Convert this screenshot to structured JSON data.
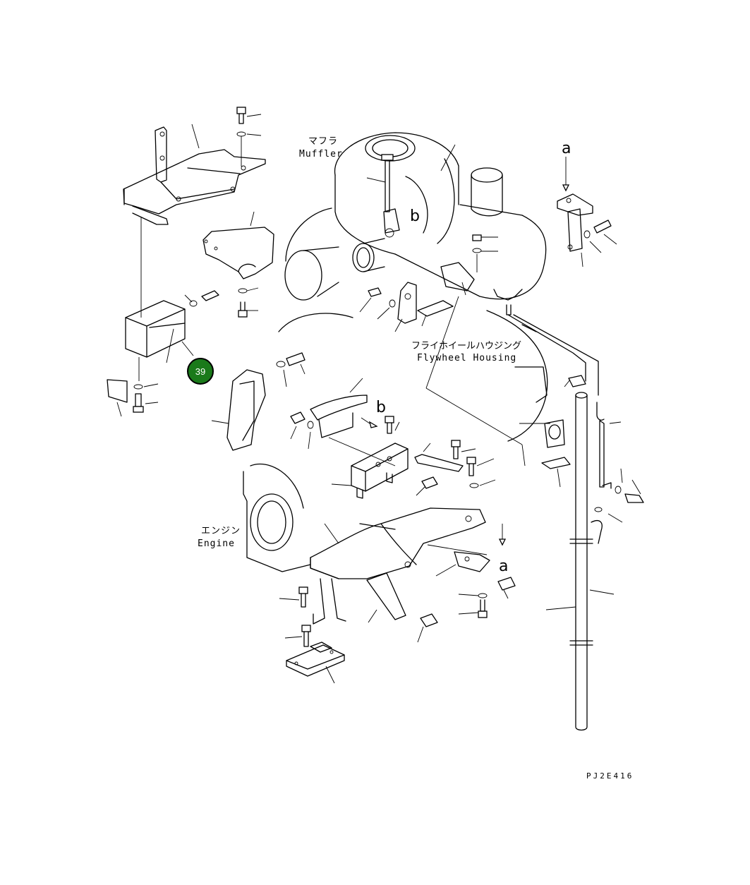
{
  "labels": {
    "muffler_jp": "マフラ",
    "muffler_en": "Muffler",
    "flywheel_jp": "フライホイールハウジング",
    "flywheel_en": "Flywheel Housing",
    "engine_jp": "エンジン",
    "engine_en": "Engine"
  },
  "refs": {
    "a_top": "a",
    "b_top": "b",
    "b_mid": "b",
    "a_bottom": "a"
  },
  "callout": {
    "number": "39",
    "color": "#1a7a1a"
  },
  "drawing_code": "PJ2E416"
}
